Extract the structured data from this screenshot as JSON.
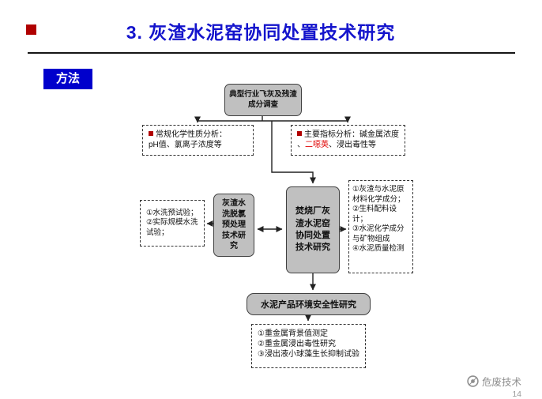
{
  "slide": {
    "title": "3. 灰渣水泥窑协同处置技术研究",
    "method_label": "方法",
    "footer_brand": "危废技术",
    "page_number": "14",
    "colors": {
      "title_blue": "#1414CC",
      "bullet_red": "#B00000",
      "highlight_red": "#E00000",
      "box_gray": "#C0C0C0",
      "method_blue": "#0000CC"
    }
  },
  "flowchart": {
    "survey_box": {
      "line1": "典型行业飞灰及残渣",
      "line2": "成分调查"
    },
    "analysis_left": {
      "line1": "常规化学性质分析：",
      "line2": "pH值、氯离子浓度等"
    },
    "analysis_right": {
      "line1": "主要指标分析：碱金属浓度",
      "line2_pre": "、",
      "line2_red": "二噁英",
      "line2_post": "、浸出毒性等"
    },
    "wash_tests": {
      "items": [
        "①水洗预试验；",
        "②实际规模水洗试验；"
      ]
    },
    "wash_box": {
      "label": "灰渣水洗脱氯预处理技术研究"
    },
    "central_box": {
      "label": "焚烧厂灰渣水泥窑协同处置技术研究"
    },
    "cement_analysis": {
      "items": [
        "①灰渣与水泥原材料化学成分；",
        "②生料配料设计；",
        "③水泥化学成分与矿物组成",
        "④水泥质量检测"
      ]
    },
    "safety_box": {
      "label": "水泥产品环境安全性研究"
    },
    "safety_tests": {
      "items": [
        "①重金属背景值测定",
        "②重金属浸出毒性研究",
        "③浸出液小球藻生长抑制试验"
      ]
    }
  }
}
